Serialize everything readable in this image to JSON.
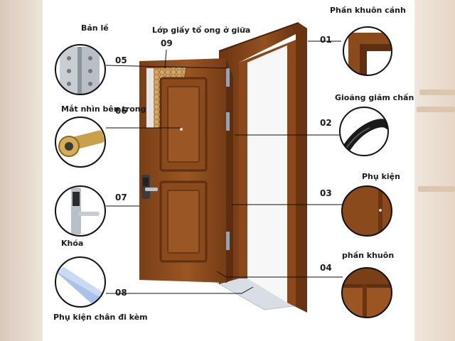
{
  "labels": {
    "l01": "Phần khuôn cánh",
    "l02": "Gioăng giảm chấn",
    "l03": "Phụ kiện",
    "l04": "phần khuôn",
    "l05": "Bản lề",
    "l06": "Mắt nhìn bên trong",
    "l07": "Khóa",
    "l08": "Phụ kiện chân đi kèm",
    "l09": "Lớp giấy tổ ong ở giữa"
  },
  "numbers": {
    "n01": "01",
    "n02": "02",
    "n03": "03",
    "n04": "04",
    "n05": "05",
    "n06": "06",
    "n07": "07",
    "n08": "08",
    "n09": "09"
  },
  "colors": {
    "wood": "#8a4a1c",
    "wood_dark": "#5e2f10",
    "wood_light": "#a8642e",
    "honeycomb": "#c79a5e",
    "leader": "#111111"
  }
}
